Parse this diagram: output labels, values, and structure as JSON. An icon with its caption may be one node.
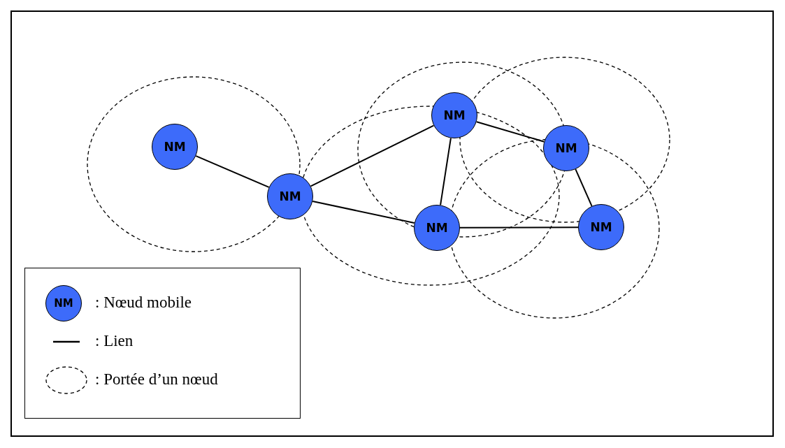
{
  "diagram": {
    "nodes": [
      {
        "text": [
          "NM"
        ]
      },
      {
        "text": [
          "NM"
        ]
      },
      {
        "text": [
          "NM"
        ]
      },
      {
        "text": [
          "NM"
        ]
      },
      {
        "text": [
          "NM"
        ]
      },
      {
        "text": [
          "NM"
        ]
      }
    ],
    "edges": [
      {
        "from": 0,
        "to": 1,
        "arrow": "none"
      },
      {
        "from": 1,
        "to": 2,
        "arrow": "none"
      },
      {
        "from": 1,
        "to": 4,
        "arrow": "none"
      },
      {
        "from": 2,
        "to": 4,
        "arrow": "none"
      },
      {
        "from": 2,
        "to": 3,
        "arrow": "none"
      },
      {
        "from": 3,
        "to": 5,
        "arrow": "none"
      },
      {
        "from": 4,
        "to": 5,
        "arrow": "none"
      }
    ],
    "labels": [
      "NM"
    ],
    "legend": [
      {
        "text": ": Nœud mobile"
      },
      {
        "text": ": Lien"
      },
      {
        "text": ": Portée d’un nœud"
      }
    ]
  }
}
